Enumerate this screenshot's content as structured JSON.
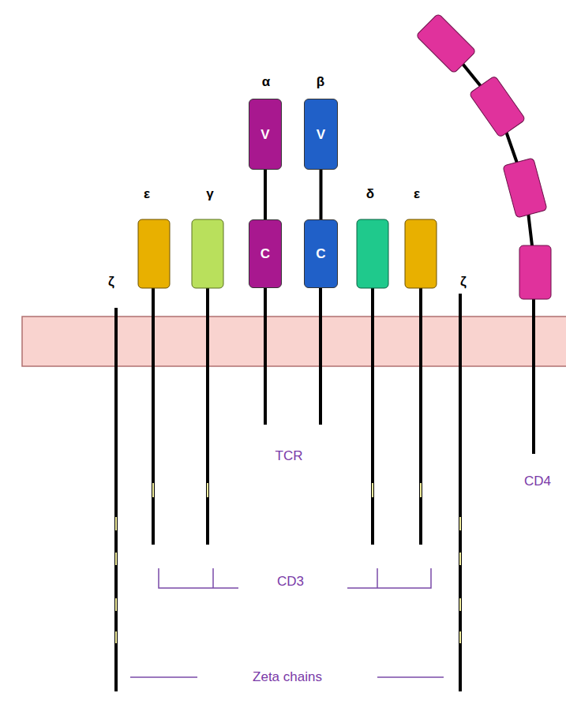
{
  "diagram": {
    "nodes": [
      {
        "text": [
          "V"
        ]
      },
      {
        "text": [
          "C"
        ]
      },
      {
        "text": [
          "V"
        ]
      },
      {
        "text": [
          "C"
        ]
      }
    ],
    "edges": [
      {
        "from": 0,
        "to": 1,
        "arrow": "none"
      },
      {
        "from": 2,
        "to": 3,
        "arrow": "none"
      }
    ],
    "labels": [
      "ε",
      "γ",
      "α",
      "β",
      "δ",
      "ε",
      "ζ",
      "ζ",
      "TCR",
      "CD4",
      "CD3",
      "Zeta chains"
    ]
  }
}
